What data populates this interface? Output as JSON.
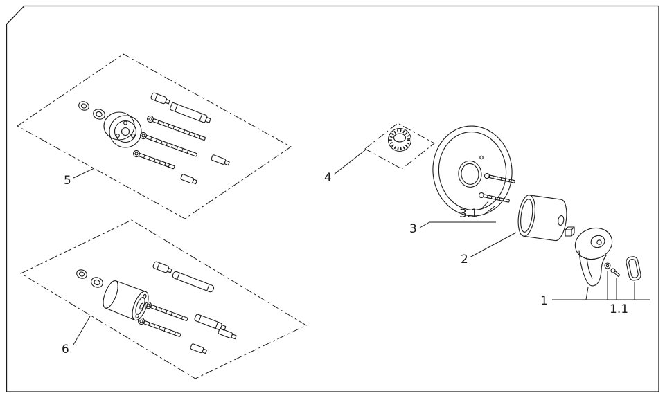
{
  "diagram": {
    "type": "exploded-parts-diagram",
    "colors": {
      "line": "#1a1a1a",
      "background": "#ffffff"
    },
    "labels": {
      "part1": "1",
      "part1_1": "1.1",
      "part2": "2",
      "part3": "3",
      "part3_1": "3.1",
      "part4": "4",
      "part5": "5",
      "part6": "6"
    }
  }
}
